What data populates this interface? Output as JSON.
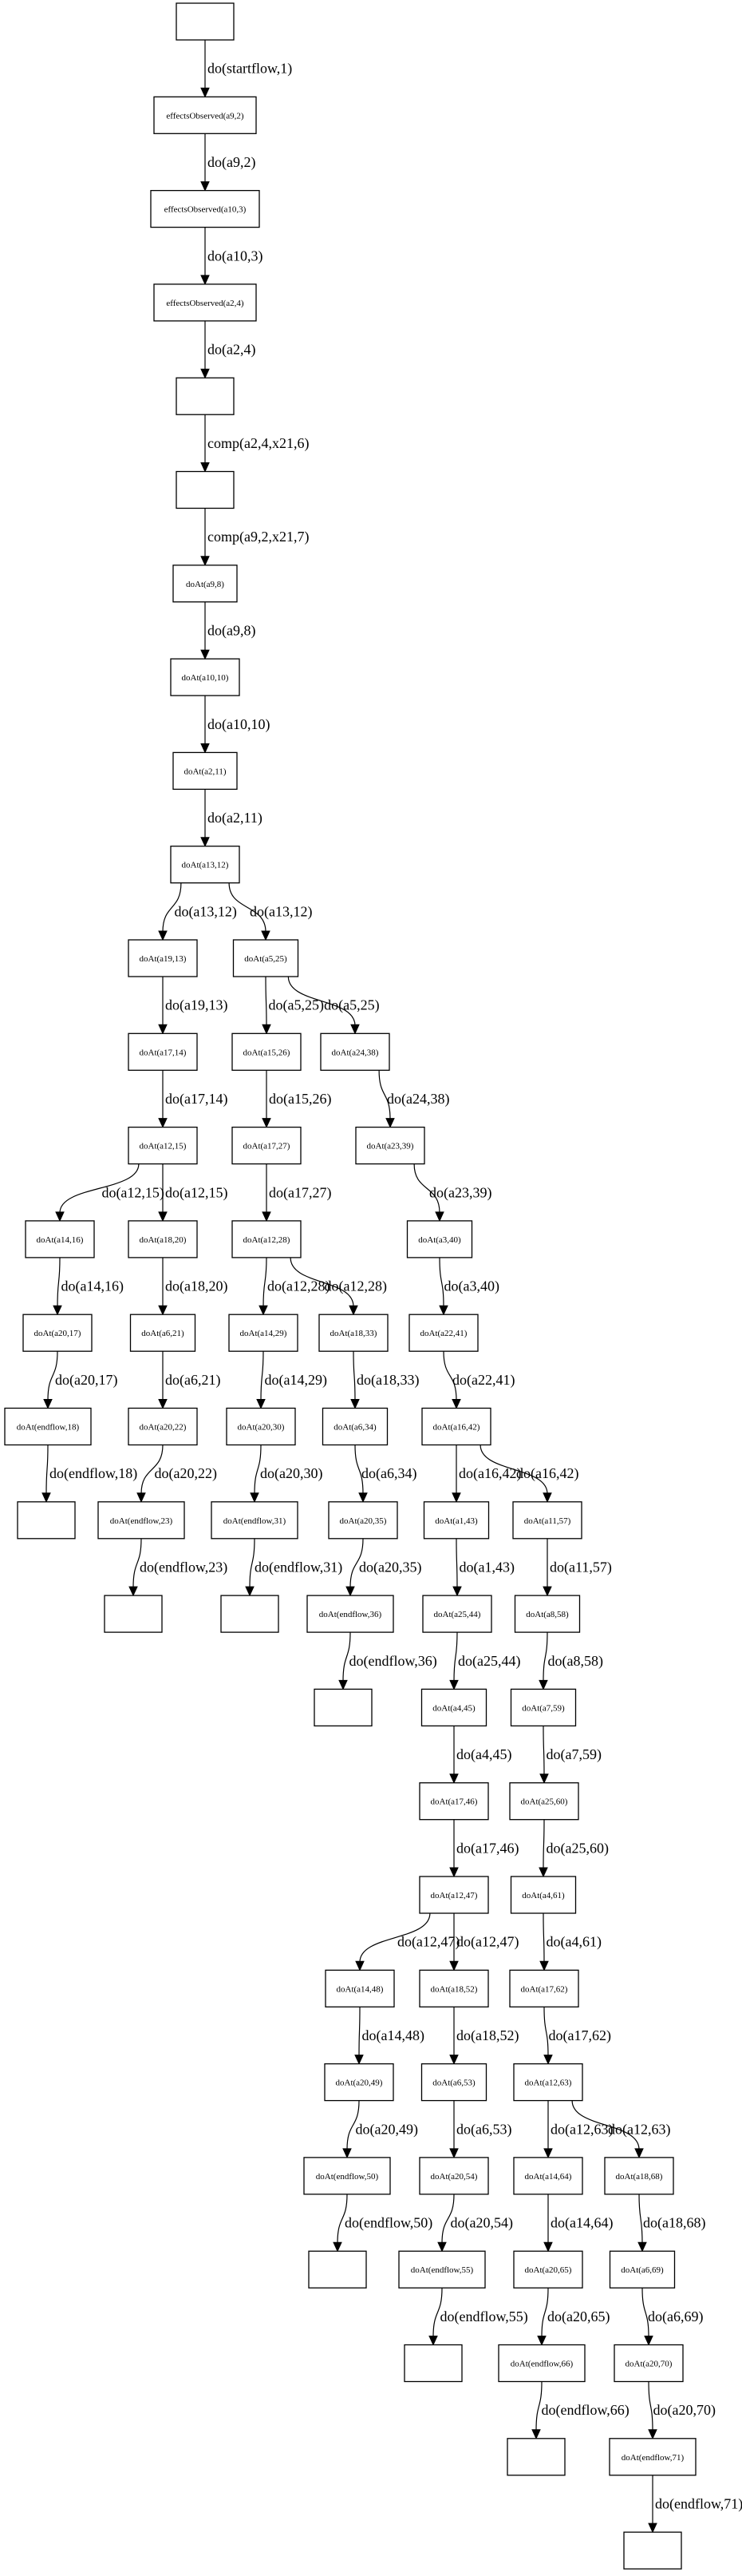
{
  "diagram": {
    "type": "state-tree",
    "nodes": [
      {
        "id": "n0",
        "label": ""
      },
      {
        "id": "n1",
        "label": "effectsObserved(a9,2)"
      },
      {
        "id": "n2",
        "label": "effectsObserved(a10,3)"
      },
      {
        "id": "n3",
        "label": "effectsObserved(a2,4)"
      },
      {
        "id": "n4",
        "label": ""
      },
      {
        "id": "n5",
        "label": ""
      },
      {
        "id": "n6",
        "label": "doAt(a9,8)"
      },
      {
        "id": "n7",
        "label": "doAt(a10,10)"
      },
      {
        "id": "n8",
        "label": "doAt(a2,11)"
      },
      {
        "id": "n9",
        "label": "doAt(a13,12)"
      },
      {
        "id": "n10",
        "label": "doAt(a19,13)"
      },
      {
        "id": "n11",
        "label": "doAt(a5,25)"
      },
      {
        "id": "n12",
        "label": "doAt(a17,14)"
      },
      {
        "id": "n13",
        "label": "doAt(a15,26)"
      },
      {
        "id": "n14",
        "label": "doAt(a24,38)"
      },
      {
        "id": "n15",
        "label": "doAt(a12,15)"
      },
      {
        "id": "n16",
        "label": "doAt(a17,27)"
      },
      {
        "id": "n17",
        "label": "doAt(a23,39)"
      },
      {
        "id": "n18",
        "label": "doAt(a14,16)"
      },
      {
        "id": "n19",
        "label": "doAt(a18,20)"
      },
      {
        "id": "n20",
        "label": "doAt(a12,28)"
      },
      {
        "id": "n21",
        "label": "doAt(a3,40)"
      },
      {
        "id": "n22",
        "label": "doAt(a20,17)"
      },
      {
        "id": "n23",
        "label": "doAt(a6,21)"
      },
      {
        "id": "n24",
        "label": "doAt(a14,29)"
      },
      {
        "id": "n25",
        "label": "doAt(a18,33)"
      },
      {
        "id": "n26",
        "label": "doAt(a22,41)"
      },
      {
        "id": "n27",
        "label": "doAt(endflow,18)"
      },
      {
        "id": "n28",
        "label": "doAt(a20,22)"
      },
      {
        "id": "n29",
        "label": "doAt(a20,30)"
      },
      {
        "id": "n30",
        "label": "doAt(a6,34)"
      },
      {
        "id": "n31",
        "label": "doAt(a16,42)"
      },
      {
        "id": "n32",
        "label": ""
      },
      {
        "id": "n33",
        "label": "doAt(endflow,23)"
      },
      {
        "id": "n34",
        "label": "doAt(endflow,31)"
      },
      {
        "id": "n35",
        "label": "doAt(a20,35)"
      },
      {
        "id": "n36",
        "label": "doAt(a1,43)"
      },
      {
        "id": "n37",
        "label": "doAt(a11,57)"
      },
      {
        "id": "n38",
        "label": ""
      },
      {
        "id": "n39",
        "label": ""
      },
      {
        "id": "n40",
        "label": "doAt(endflow,36)"
      },
      {
        "id": "n41",
        "label": "doAt(a25,44)"
      },
      {
        "id": "n42",
        "label": "doAt(a8,58)"
      },
      {
        "id": "n43",
        "label": ""
      },
      {
        "id": "n44",
        "label": "doAt(a4,45)"
      },
      {
        "id": "n45",
        "label": "doAt(a7,59)"
      },
      {
        "id": "n46",
        "label": "doAt(a17,46)"
      },
      {
        "id": "n47",
        "label": "doAt(a25,60)"
      },
      {
        "id": "n48",
        "label": "doAt(a12,47)"
      },
      {
        "id": "n49",
        "label": "doAt(a4,61)"
      },
      {
        "id": "n50",
        "label": "doAt(a14,48)"
      },
      {
        "id": "n51",
        "label": "doAt(a18,52)"
      },
      {
        "id": "n52",
        "label": "doAt(a17,62)"
      },
      {
        "id": "n53",
        "label": "doAt(a20,49)"
      },
      {
        "id": "n54",
        "label": "doAt(a6,53)"
      },
      {
        "id": "n55",
        "label": "doAt(a12,63)"
      },
      {
        "id": "n56",
        "label": "doAt(endflow,50)"
      },
      {
        "id": "n57",
        "label": "doAt(a20,54)"
      },
      {
        "id": "n58",
        "label": "doAt(a14,64)"
      },
      {
        "id": "n59",
        "label": "doAt(a18,68)"
      },
      {
        "id": "n60",
        "label": ""
      },
      {
        "id": "n61",
        "label": "doAt(endflow,55)"
      },
      {
        "id": "n62",
        "label": "doAt(a20,65)"
      },
      {
        "id": "n63",
        "label": "doAt(a6,69)"
      },
      {
        "id": "n64",
        "label": ""
      },
      {
        "id": "n65",
        "label": "doAt(endflow,66)"
      },
      {
        "id": "n66",
        "label": "doAt(a20,70)"
      },
      {
        "id": "n67",
        "label": ""
      },
      {
        "id": "n68",
        "label": "doAt(endflow,71)"
      },
      {
        "id": "n69",
        "label": ""
      }
    ],
    "edges": [
      {
        "from": "n0",
        "to": "n1",
        "label": "do(startflow,1)"
      },
      {
        "from": "n1",
        "to": "n2",
        "label": "do(a9,2)"
      },
      {
        "from": "n2",
        "to": "n3",
        "label": "do(a10,3)"
      },
      {
        "from": "n3",
        "to": "n4",
        "label": "do(a2,4)"
      },
      {
        "from": "n4",
        "to": "n5",
        "label": "comp(a2,4,x21,6)"
      },
      {
        "from": "n5",
        "to": "n6",
        "label": "comp(a9,2,x21,7)"
      },
      {
        "from": "n6",
        "to": "n7",
        "label": "do(a9,8)"
      },
      {
        "from": "n7",
        "to": "n8",
        "label": "do(a10,10)"
      },
      {
        "from": "n8",
        "to": "n9",
        "label": "do(a2,11)"
      },
      {
        "from": "n9",
        "to": "n10",
        "label": "do(a13,12)"
      },
      {
        "from": "n9",
        "to": "n11",
        "label": "do(a13,12)"
      },
      {
        "from": "n10",
        "to": "n12",
        "label": "do(a19,13)"
      },
      {
        "from": "n11",
        "to": "n13",
        "label": "do(a5,25)"
      },
      {
        "from": "n11",
        "to": "n14",
        "label": "do(a5,25)"
      },
      {
        "from": "n12",
        "to": "n15",
        "label": "do(a17,14)"
      },
      {
        "from": "n13",
        "to": "n16",
        "label": "do(a15,26)"
      },
      {
        "from": "n14",
        "to": "n17",
        "label": "do(a24,38)"
      },
      {
        "from": "n15",
        "to": "n18",
        "label": "do(a12,15)"
      },
      {
        "from": "n15",
        "to": "n19",
        "label": "do(a12,15)"
      },
      {
        "from": "n16",
        "to": "n20",
        "label": "do(a17,27)"
      },
      {
        "from": "n17",
        "to": "n21",
        "label": "do(a23,39)"
      },
      {
        "from": "n18",
        "to": "n22",
        "label": "do(a14,16)"
      },
      {
        "from": "n19",
        "to": "n23",
        "label": "do(a18,20)"
      },
      {
        "from": "n20",
        "to": "n24",
        "label": "do(a12,28)"
      },
      {
        "from": "n20",
        "to": "n25",
        "label": "do(a12,28)"
      },
      {
        "from": "n21",
        "to": "n26",
        "label": "do(a3,40)"
      },
      {
        "from": "n22",
        "to": "n27",
        "label": "do(a20,17)"
      },
      {
        "from": "n23",
        "to": "n28",
        "label": "do(a6,21)"
      },
      {
        "from": "n24",
        "to": "n29",
        "label": "do(a14,29)"
      },
      {
        "from": "n25",
        "to": "n30",
        "label": "do(a18,33)"
      },
      {
        "from": "n26",
        "to": "n31",
        "label": "do(a22,41)"
      },
      {
        "from": "n27",
        "to": "n32",
        "label": "do(endflow,18)"
      },
      {
        "from": "n28",
        "to": "n33",
        "label": "do(a20,22)"
      },
      {
        "from": "n29",
        "to": "n34",
        "label": "do(a20,30)"
      },
      {
        "from": "n30",
        "to": "n35",
        "label": "do(a6,34)"
      },
      {
        "from": "n31",
        "to": "n36",
        "label": "do(a16,42)"
      },
      {
        "from": "n31",
        "to": "n37",
        "label": "do(a16,42)"
      },
      {
        "from": "n33",
        "to": "n38",
        "label": "do(endflow,23)"
      },
      {
        "from": "n34",
        "to": "n39",
        "label": "do(endflow,31)"
      },
      {
        "from": "n35",
        "to": "n40",
        "label": "do(a20,35)"
      },
      {
        "from": "n36",
        "to": "n41",
        "label": "do(a1,43)"
      },
      {
        "from": "n37",
        "to": "n42",
        "label": "do(a11,57)"
      },
      {
        "from": "n40",
        "to": "n43",
        "label": "do(endflow,36)"
      },
      {
        "from": "n41",
        "to": "n44",
        "label": "do(a25,44)"
      },
      {
        "from": "n42",
        "to": "n45",
        "label": "do(a8,58)"
      },
      {
        "from": "n44",
        "to": "n46",
        "label": "do(a4,45)"
      },
      {
        "from": "n45",
        "to": "n47",
        "label": "do(a7,59)"
      },
      {
        "from": "n46",
        "to": "n48",
        "label": "do(a17,46)"
      },
      {
        "from": "n47",
        "to": "n49",
        "label": "do(a25,60)"
      },
      {
        "from": "n48",
        "to": "n50",
        "label": "do(a12,47)"
      },
      {
        "from": "n48",
        "to": "n51",
        "label": "do(a12,47)"
      },
      {
        "from": "n49",
        "to": "n52",
        "label": "do(a4,61)"
      },
      {
        "from": "n50",
        "to": "n53",
        "label": "do(a14,48)"
      },
      {
        "from": "n51",
        "to": "n54",
        "label": "do(a18,52)"
      },
      {
        "from": "n52",
        "to": "n55",
        "label": "do(a17,62)"
      },
      {
        "from": "n53",
        "to": "n56",
        "label": "do(a20,49)"
      },
      {
        "from": "n54",
        "to": "n57",
        "label": "do(a6,53)"
      },
      {
        "from": "n55",
        "to": "n58",
        "label": "do(a12,63)"
      },
      {
        "from": "n55",
        "to": "n59",
        "label": "do(a12,63)"
      },
      {
        "from": "n56",
        "to": "n60",
        "label": "do(endflow,50)"
      },
      {
        "from": "n57",
        "to": "n61",
        "label": "do(a20,54)"
      },
      {
        "from": "n58",
        "to": "n62",
        "label": "do(a14,64)"
      },
      {
        "from": "n59",
        "to": "n63",
        "label": "do(a18,68)"
      },
      {
        "from": "n61",
        "to": "n64",
        "label": "do(endflow,55)"
      },
      {
        "from": "n62",
        "to": "n65",
        "label": "do(a20,65)"
      },
      {
        "from": "n63",
        "to": "n66",
        "label": "do(a6,69)"
      },
      {
        "from": "n65",
        "to": "n67",
        "label": "do(endflow,66)"
      },
      {
        "from": "n66",
        "to": "n68",
        "label": "do(a20,70)"
      },
      {
        "from": "n68",
        "to": "n69",
        "label": "do(endflow,71)"
      }
    ]
  }
}
